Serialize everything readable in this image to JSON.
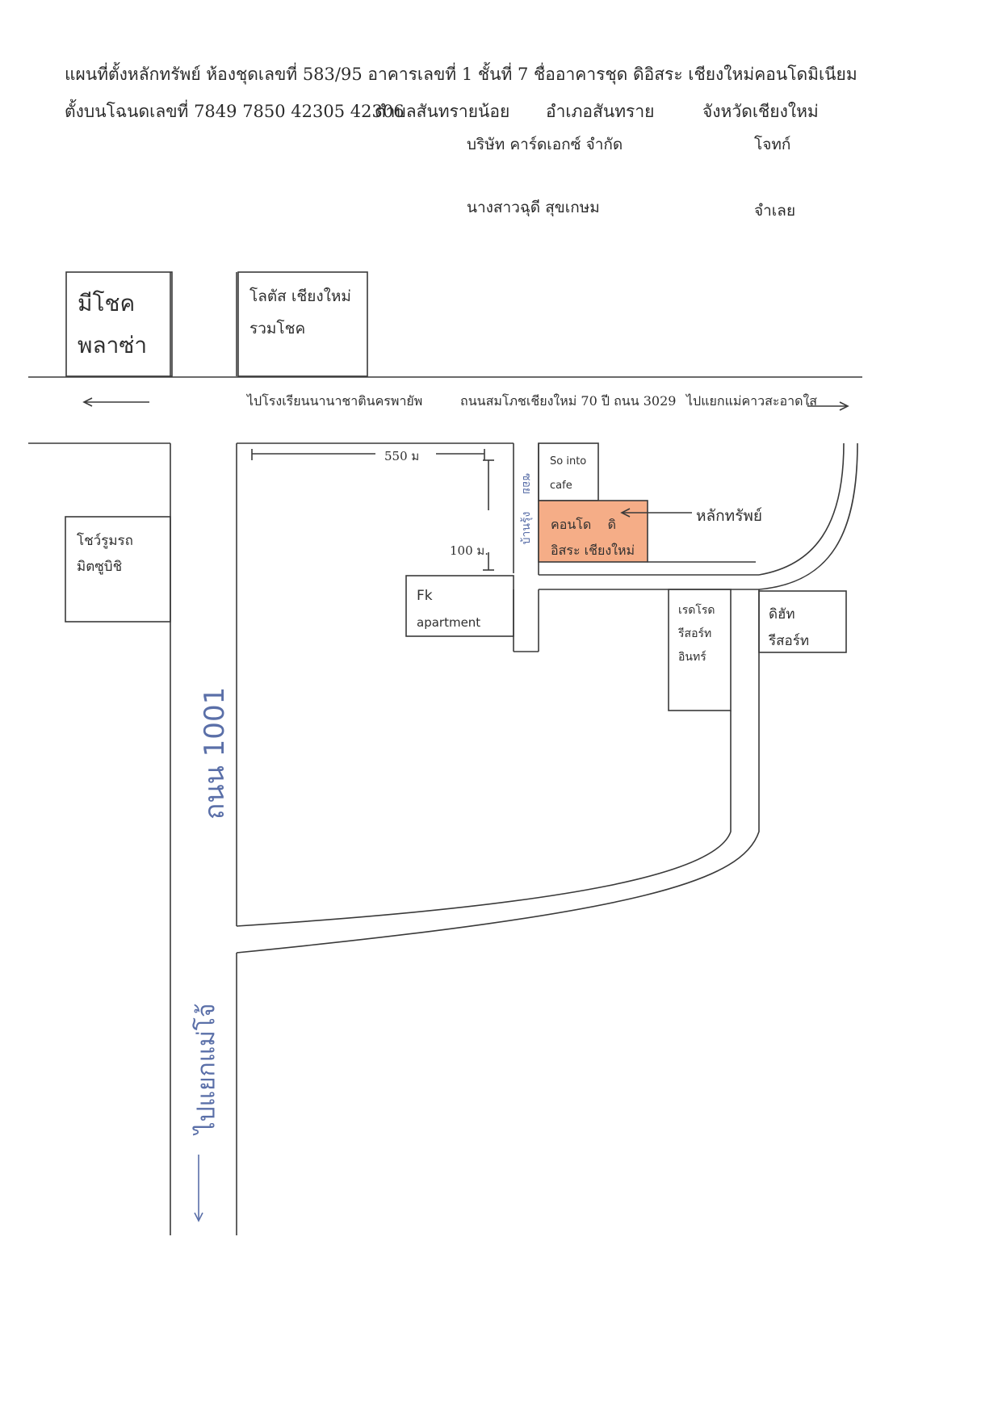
{
  "header": {
    "line1": "แผนที่ตั้งหลักทรัพย์ ห้องชุดเลขที่ 583/95 อาคารเลขที่ 1 ชั้นที่ 7  ชื่ออาคารชุด ดิอิสระ เชียงใหม่คอนโดมิเนียม",
    "line2_deed": "ตั้งบนโฉนดเลขที่ 7849 7850 42305 42306",
    "line2_subdistrict": "ตำบลสันทรายน้อย",
    "line2_district": "อำเภอสันทราย",
    "line2_province": "จังหวัดเชียงใหม่",
    "plaintiff": "บริษัท คาร์ดเอกซ์ จำกัด",
    "plaintiff_role": "โจทก์",
    "defendant": "นางสาวฉุดี  สุขเกษม",
    "defendant_role": "จำเลย"
  },
  "landmarks": {
    "meechok_1": "มีโชค",
    "meechok_2": "พลาซ่า",
    "lotus_1": "โลตัส เชียงใหม่",
    "lotus_2": "รวมโชค",
    "showroom_1": "โชว์รูมรถ",
    "showroom_2": "มิตซูบิชิ",
    "cafe_1": "So into",
    "cafe_2": "cafe",
    "condo_1": "คอนโด    ดิ",
    "condo_2": "อิสระ เชียงใหม่",
    "property": "หลักทรัพย์",
    "fk_1": "Fk",
    "fk_2": "apartment",
    "redroad_1": "เรดโรด",
    "redroad_2": "รีสอร์ท",
    "redroad_3": "อินทร์",
    "dhit_1": "ดิฮัท",
    "dhit_2": "รีสอร์ท"
  },
  "roads": {
    "to_school": "ไปโรงเรียนนานาชาตินครพายัพ",
    "main_road": "ถนนสมโภชเชียงใหม่ 70 ปี ถนน 3029",
    "to_junction": "ไปแยกแม่คาวสะอาดใส",
    "road_1001": "ถนน 1001",
    "soi_name": "บ้านรุ้ง",
    "soi_word": "ซอย",
    "to_maejo": "ไปแยกแม่โจ้"
  },
  "distances": {
    "horizontal": "550 ม",
    "vertical": "100 ม."
  },
  "colors": {
    "property_highlight": "#f4a47a",
    "handwriting": "#5a6fa8",
    "lines": "#3a3a3a"
  }
}
